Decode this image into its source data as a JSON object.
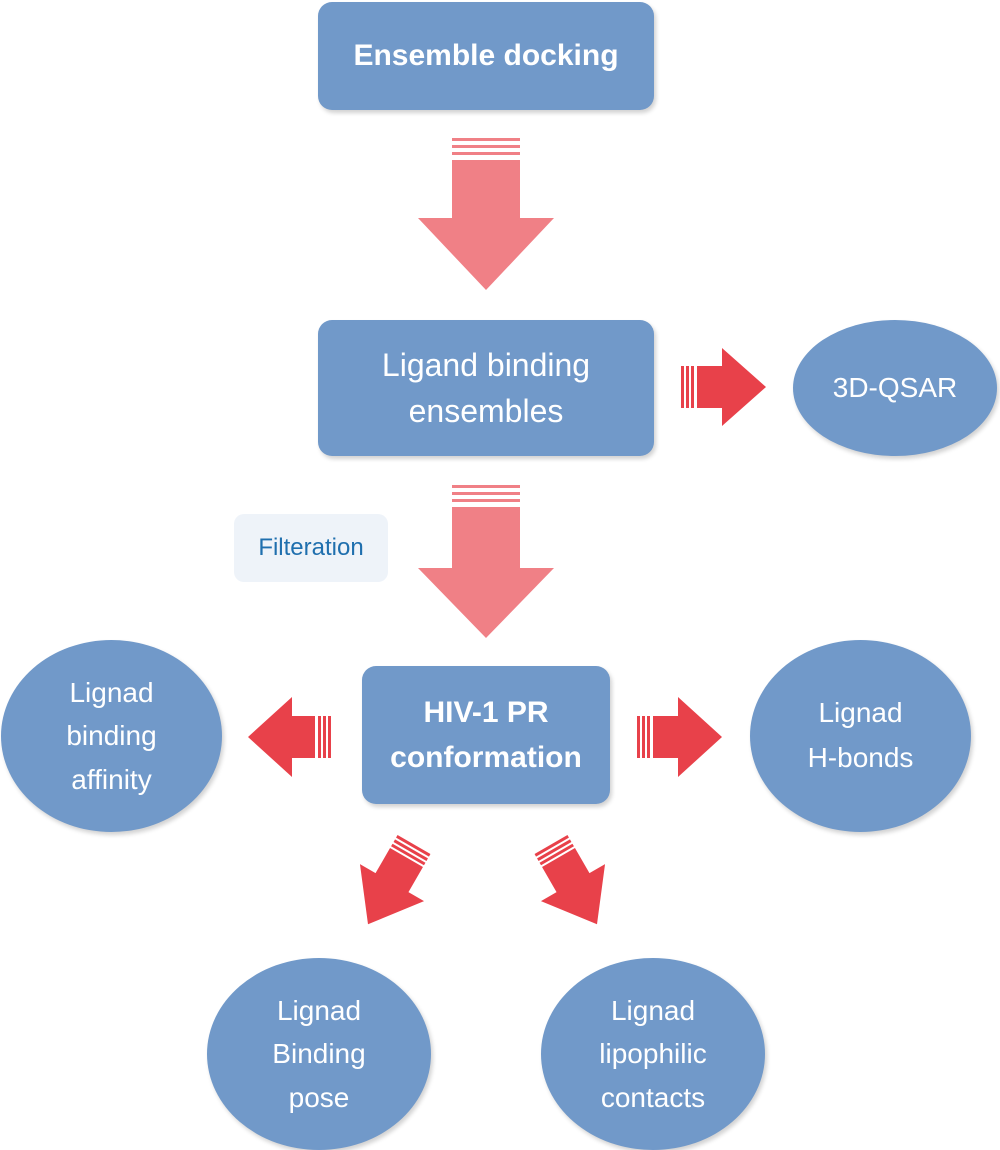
{
  "nodes": {
    "ensemble_docking": "Ensemble docking",
    "ligand_binding_ensembles": "Ligand binding\nensembles",
    "qsar": "3D-QSAR",
    "hiv_pr_conformation": "HIV-1  PR\nconformation",
    "binding_affinity": "Lignad\nbinding\naffinity",
    "h_bonds": "Lignad\nH-bonds",
    "binding_pose": "Lignad\nBinding\npose",
    "lipophilic_contacts": "Lignad\nlipophilic\ncontacts"
  },
  "edge_labels": {
    "filteration": "Filteration"
  },
  "colors": {
    "node_fill": "#7199c9",
    "node_text": "#ffffff",
    "main_arrow": "#f08086",
    "side_arrow": "#e8414a",
    "edge_label_text": "#1f6fae",
    "edge_label_bg": "#eef3f9"
  }
}
